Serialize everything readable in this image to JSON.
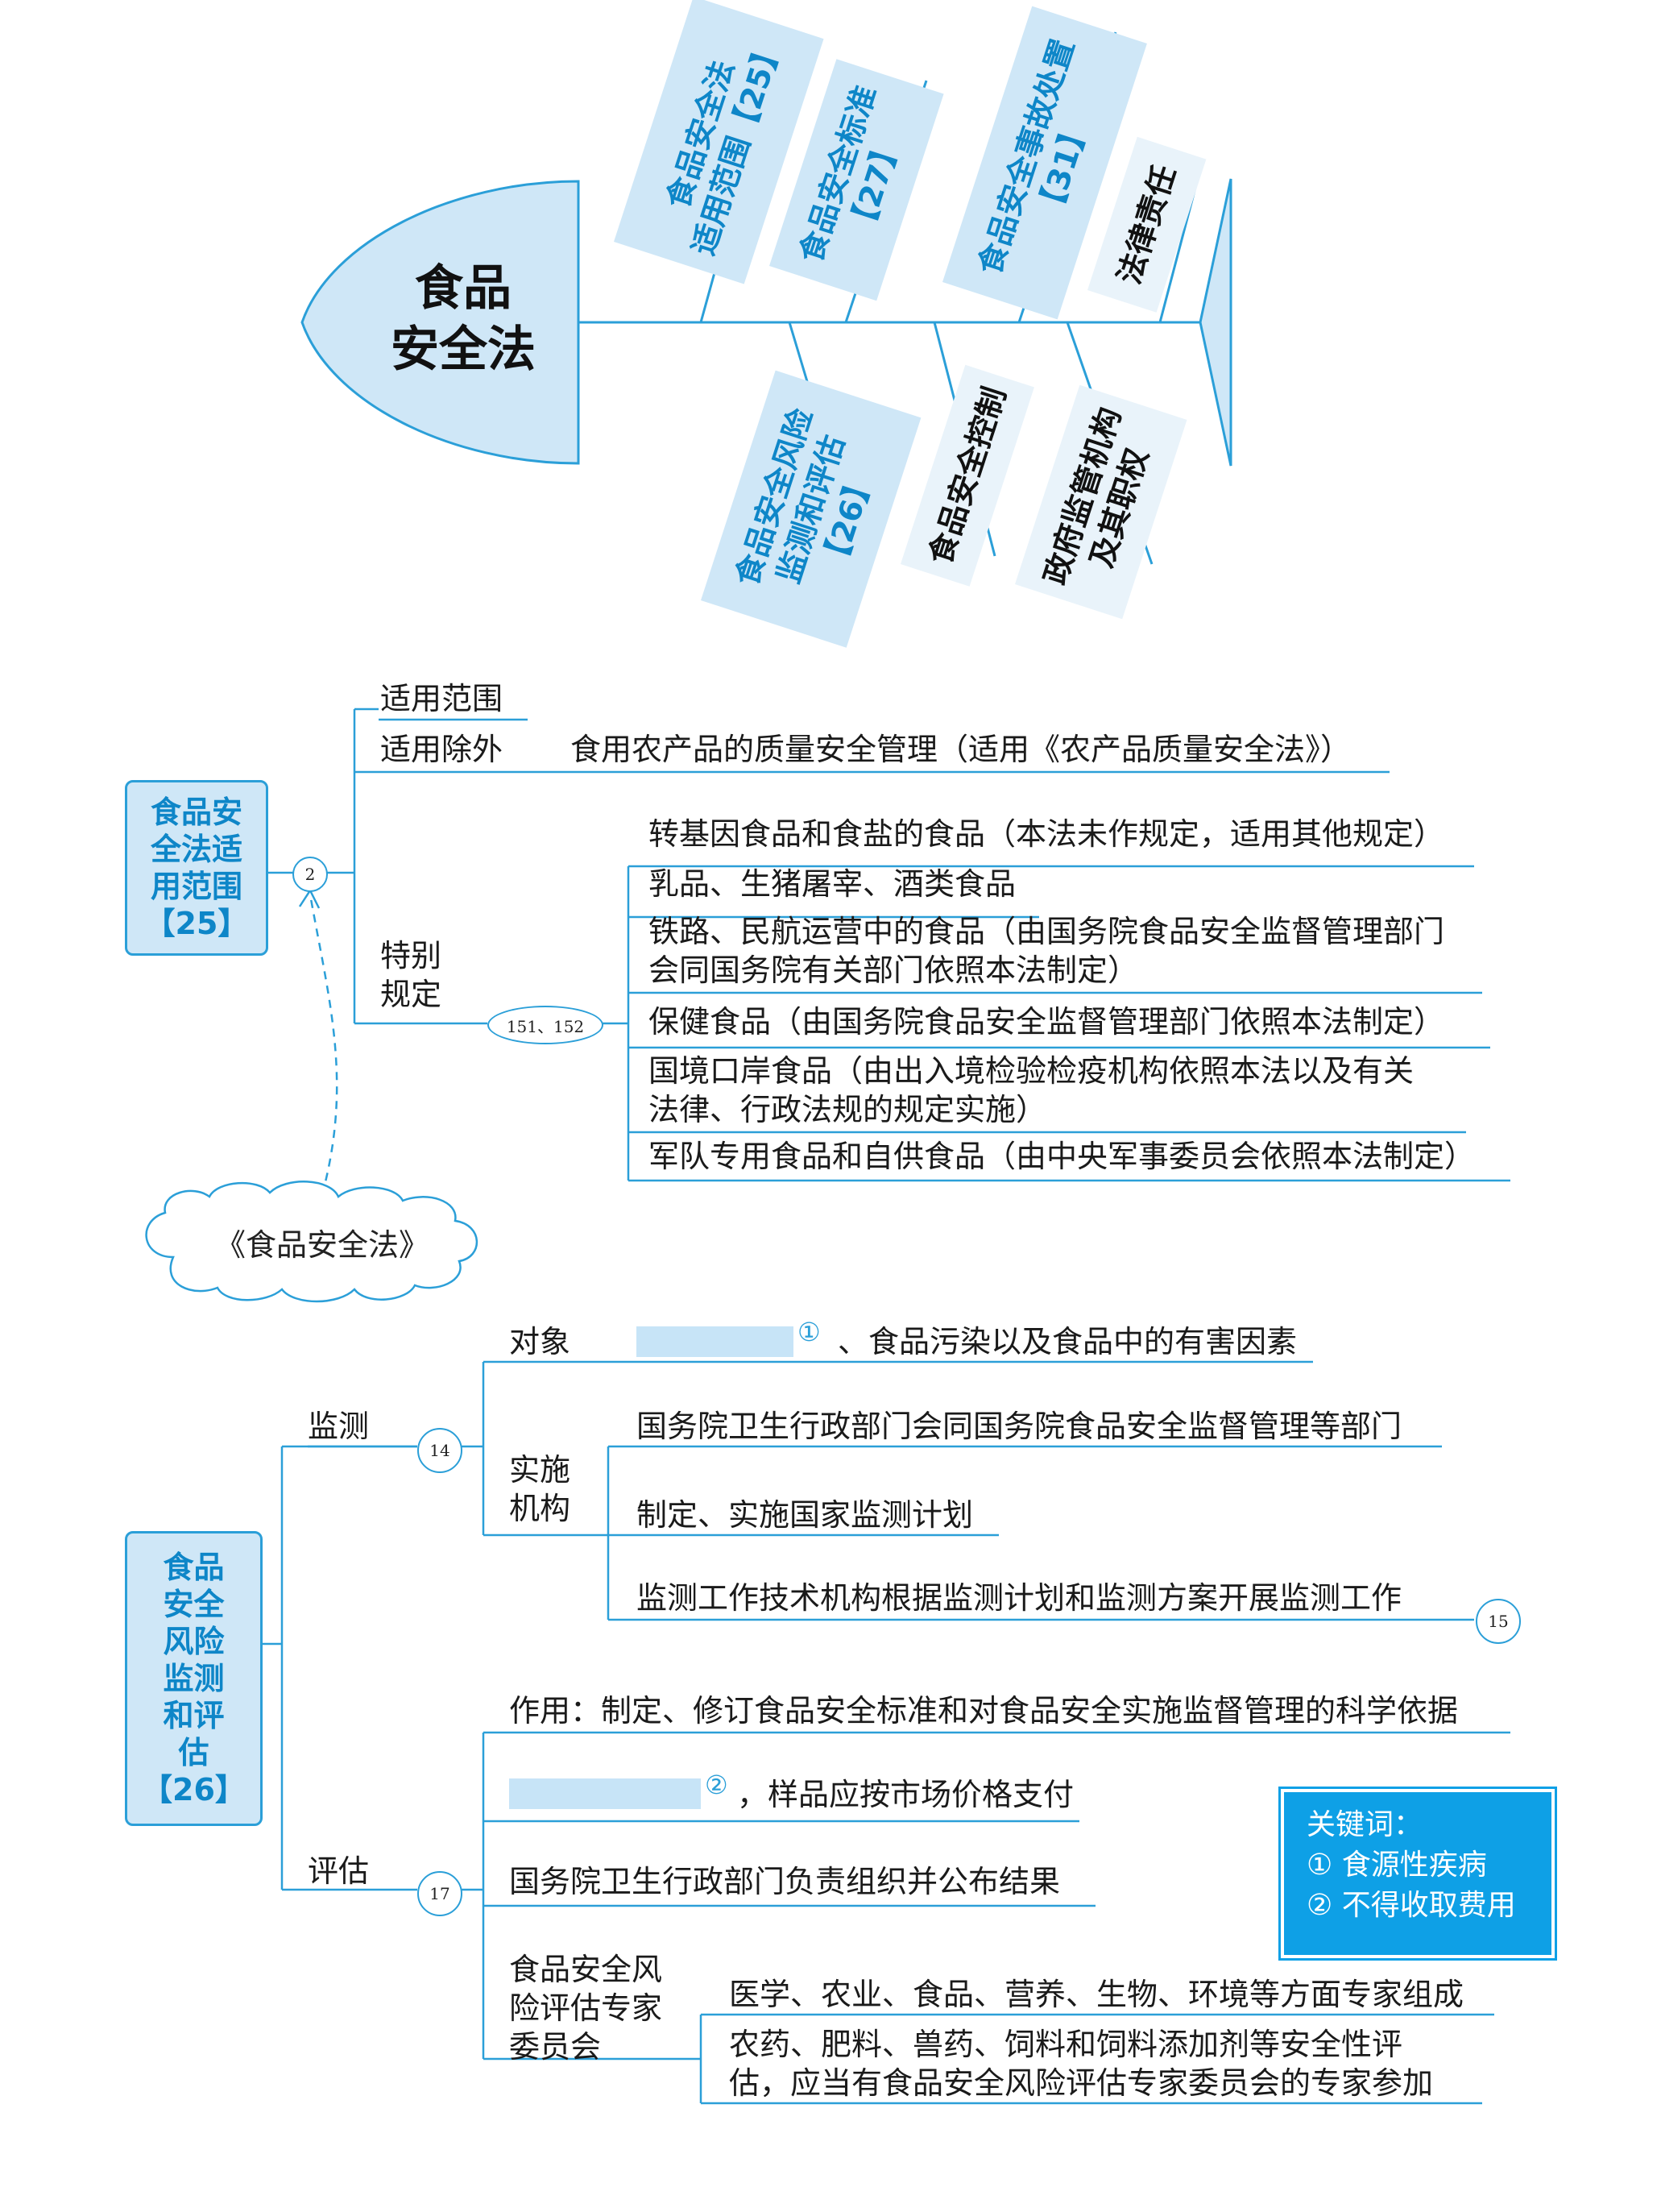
{
  "fishbone": {
    "title_line1": "食品",
    "title_line2": "安全法",
    "upper_branches": [
      {
        "line1": "食品安全法",
        "line2": "适用范围【25】"
      },
      {
        "line1": "食品安全标准",
        "line2": "【27】"
      },
      {
        "line1": "食品安全事故处置",
        "line2": "【31】"
      },
      {
        "line1": "法律责任",
        "line2": ""
      }
    ],
    "lower_branches": [
      {
        "line1": "食品安全风险",
        "line2": "监测和评估",
        "line3": "【26】"
      },
      {
        "line1": "食品安全控制",
        "line2": "",
        "line3": ""
      },
      {
        "line1": "政府监管机构",
        "line2": "及其职权",
        "line3": ""
      }
    ]
  },
  "section1": {
    "head": "食品安全法适用范围【25】",
    "head_lines": [
      "食品安",
      "全法适",
      "用范围",
      "【25】"
    ],
    "circle_label": "2",
    "scope": "适用范围",
    "exclude": "适用除外",
    "exclude_detail": "食用农产品的质量安全管理（适用《农产品质量安全法》）",
    "special_lines": [
      "特别",
      "规定"
    ],
    "special_circle": "151、152",
    "special_items": [
      {
        "l1": "转基因食品和食盐的食品（本法未作规定，适用其他规定）",
        "l2": ""
      },
      {
        "l1": "乳品、生猪屠宰、酒类食品",
        "l2": ""
      },
      {
        "l1": "铁路、民航运营中的食品（由国务院食品安全监督管理部门",
        "l2": "会同国务院有关部门依照本法制定）"
      },
      {
        "l1": "保健食品（由国务院食品安全监督管理部门依照本法制定）",
        "l2": ""
      },
      {
        "l1": "国境口岸食品（由出入境检验检疫机构依照本法以及有关",
        "l2": "法律、行政法规的规定实施）"
      },
      {
        "l1": "军队专用食品和自供食品（由中央军事委员会依照本法制定）",
        "l2": ""
      }
    ],
    "cloud": "《食品安全法》"
  },
  "section2": {
    "head_lines": [
      "食品",
      "安全",
      "风险",
      "监测",
      "和评",
      "估",
      "【26】"
    ],
    "monitor": "监测",
    "monitor_circle": "14",
    "object_label": "对象",
    "object_blank_marker": "①",
    "object_text": "、食品污染以及食品中的有害因素",
    "impl_lines": [
      "实施",
      "机构"
    ],
    "impl_items": [
      "国务院卫生行政部门会同国务院食品安全监督管理等部门",
      "制定、实施国家监测计划",
      "监测工作技术机构根据监测计划和监测方案开展监测工作"
    ],
    "impl_circle": "15",
    "assess": "评估",
    "assess_circle": "17",
    "role": "作用：制定、修订食品安全标准和对食品安全实施监督管理的科学依据",
    "sample_blank_marker": "②",
    "sample_text": "，样品应按市场价格支付",
    "publish": "国务院卫生行政部门负责组织并公布结果",
    "committee_lines": [
      "食品安全风",
      "险评估专家",
      "委员会"
    ],
    "committee_items": [
      {
        "l1": "医学、农业、食品、营养、生物、环境等方面专家组成",
        "l2": ""
      },
      {
        "l1": "农药、肥料、兽药、饲料和饲料添加剂等安全性评",
        "l2": "估，应当有食品安全风险评估专家委员会的专家参加"
      }
    ]
  },
  "keywords": {
    "title": "关键词：",
    "items": [
      "① 食源性疾病",
      "② 不得收取费用"
    ]
  },
  "colors": {
    "accent": "#2b9fd8",
    "light": "#cfe7f7",
    "keyword_bg": "#0ea0e6"
  }
}
